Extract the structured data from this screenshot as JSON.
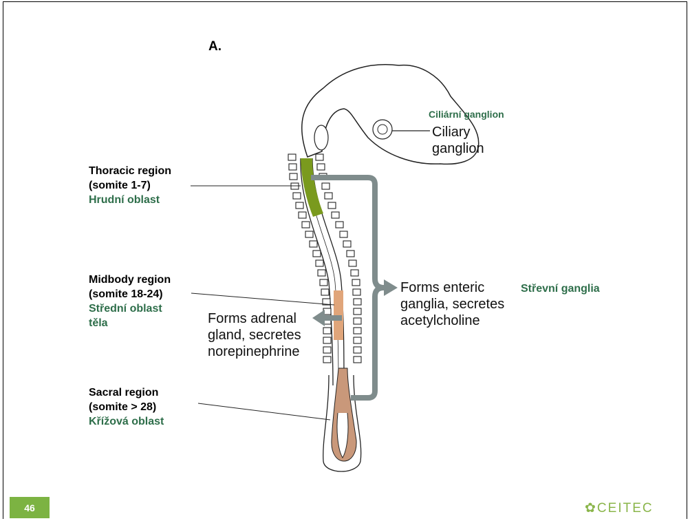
{
  "panel_label": "A.",
  "regions": {
    "thoracic": {
      "title": "Thoracic region",
      "somites": "(somite 1-7)",
      "czech": "Hrudní oblast"
    },
    "midbody": {
      "title": "Midbody region",
      "somites": "(somite 18-24)",
      "czech_line1": "Střední oblast",
      "czech_line2": "těla"
    },
    "sacral": {
      "title": "Sacral region",
      "somites": "(somite > 28)",
      "czech": "Křížová oblast"
    }
  },
  "ciliary": {
    "czech": "Ciliární ganglion",
    "line1": "Ciliary",
    "line2": "ganglion"
  },
  "enteric": {
    "line1": "Forms enteric",
    "line2": "ganglia, secretes",
    "line3": "acetylcholine",
    "czech": "Střevní ganglia"
  },
  "adrenal": {
    "line1": "Forms adrenal",
    "line2": "gland, secretes",
    "line3": "norepinephrine"
  },
  "page_number": "46",
  "logo_text": "CEITEC",
  "colors": {
    "thoracic": "#7a9a1e",
    "midbody": "#e0a57a",
    "sacral": "#c9987a",
    "arrow": "#7f8c8c",
    "czech_text": "#2e6e4a",
    "page_badge": "#7cb342"
  }
}
